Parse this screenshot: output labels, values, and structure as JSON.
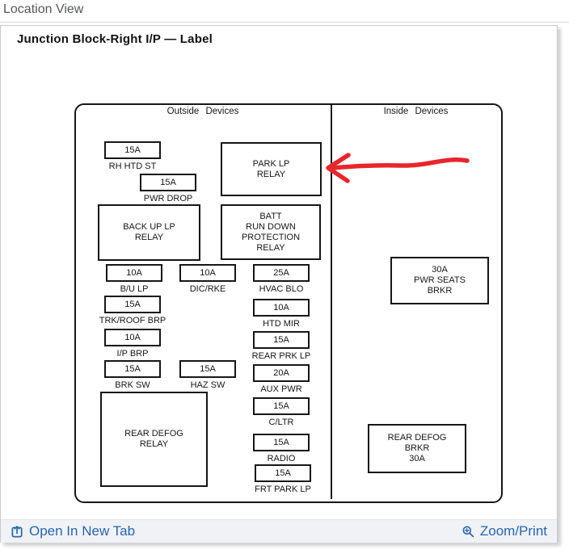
{
  "header": {
    "title": "Location View"
  },
  "panel": {
    "title": "Junction Block-Right I/P — Label"
  },
  "diagram": {
    "outside_header": "Outside Devices",
    "inside_header": "Inside Devices",
    "relays": [
      {
        "id": "park-lp-relay",
        "text": "PARK LP\nRELAY"
      },
      {
        "id": "back-up-lp-relay",
        "text": "BACK UP LP\nRELAY"
      },
      {
        "id": "batt-run-down-protection-relay",
        "text": "BATT\nRUN DOWN\nPROTECTION\nRELAY"
      },
      {
        "id": "rear-defog-relay",
        "text": "REAR DEFOG\nRELAY"
      },
      {
        "id": "pwr-seats-brkr",
        "text": "30A\nPWR SEATS\nBRKR"
      },
      {
        "id": "rear-defog-brkr",
        "text": "REAR DEFOG\nBRKR\n30A"
      }
    ],
    "fuses": [
      {
        "amp": "15A",
        "label": "RH HTD ST"
      },
      {
        "amp": "15A",
        "label": "PWR DROP"
      },
      {
        "amp": "10A",
        "label": "B/U LP"
      },
      {
        "amp": "10A",
        "label": "DIC/RKE"
      },
      {
        "amp": "25A",
        "label": "HVAC BLO"
      },
      {
        "amp": "15A",
        "label": "TRK/ROOF BRP"
      },
      {
        "amp": "10A",
        "label": "HTD MIR"
      },
      {
        "amp": "10A",
        "label": "I/P BRP"
      },
      {
        "amp": "15A",
        "label": "REAR PRK LP"
      },
      {
        "amp": "15A",
        "label": "BRK SW"
      },
      {
        "amp": "15A",
        "label": "HAZ SW"
      },
      {
        "amp": "20A",
        "label": "AUX PWR"
      },
      {
        "amp": "15A",
        "label": "C/LTR"
      },
      {
        "amp": "15A",
        "label": "RADIO"
      },
      {
        "amp": "15A",
        "label": "FRT PARK LP"
      }
    ],
    "arrow_color": "#e8262b"
  },
  "footer": {
    "open_label": "Open In New Tab",
    "zoom_label": "Zoom/Print",
    "link_color": "#2766b0"
  }
}
